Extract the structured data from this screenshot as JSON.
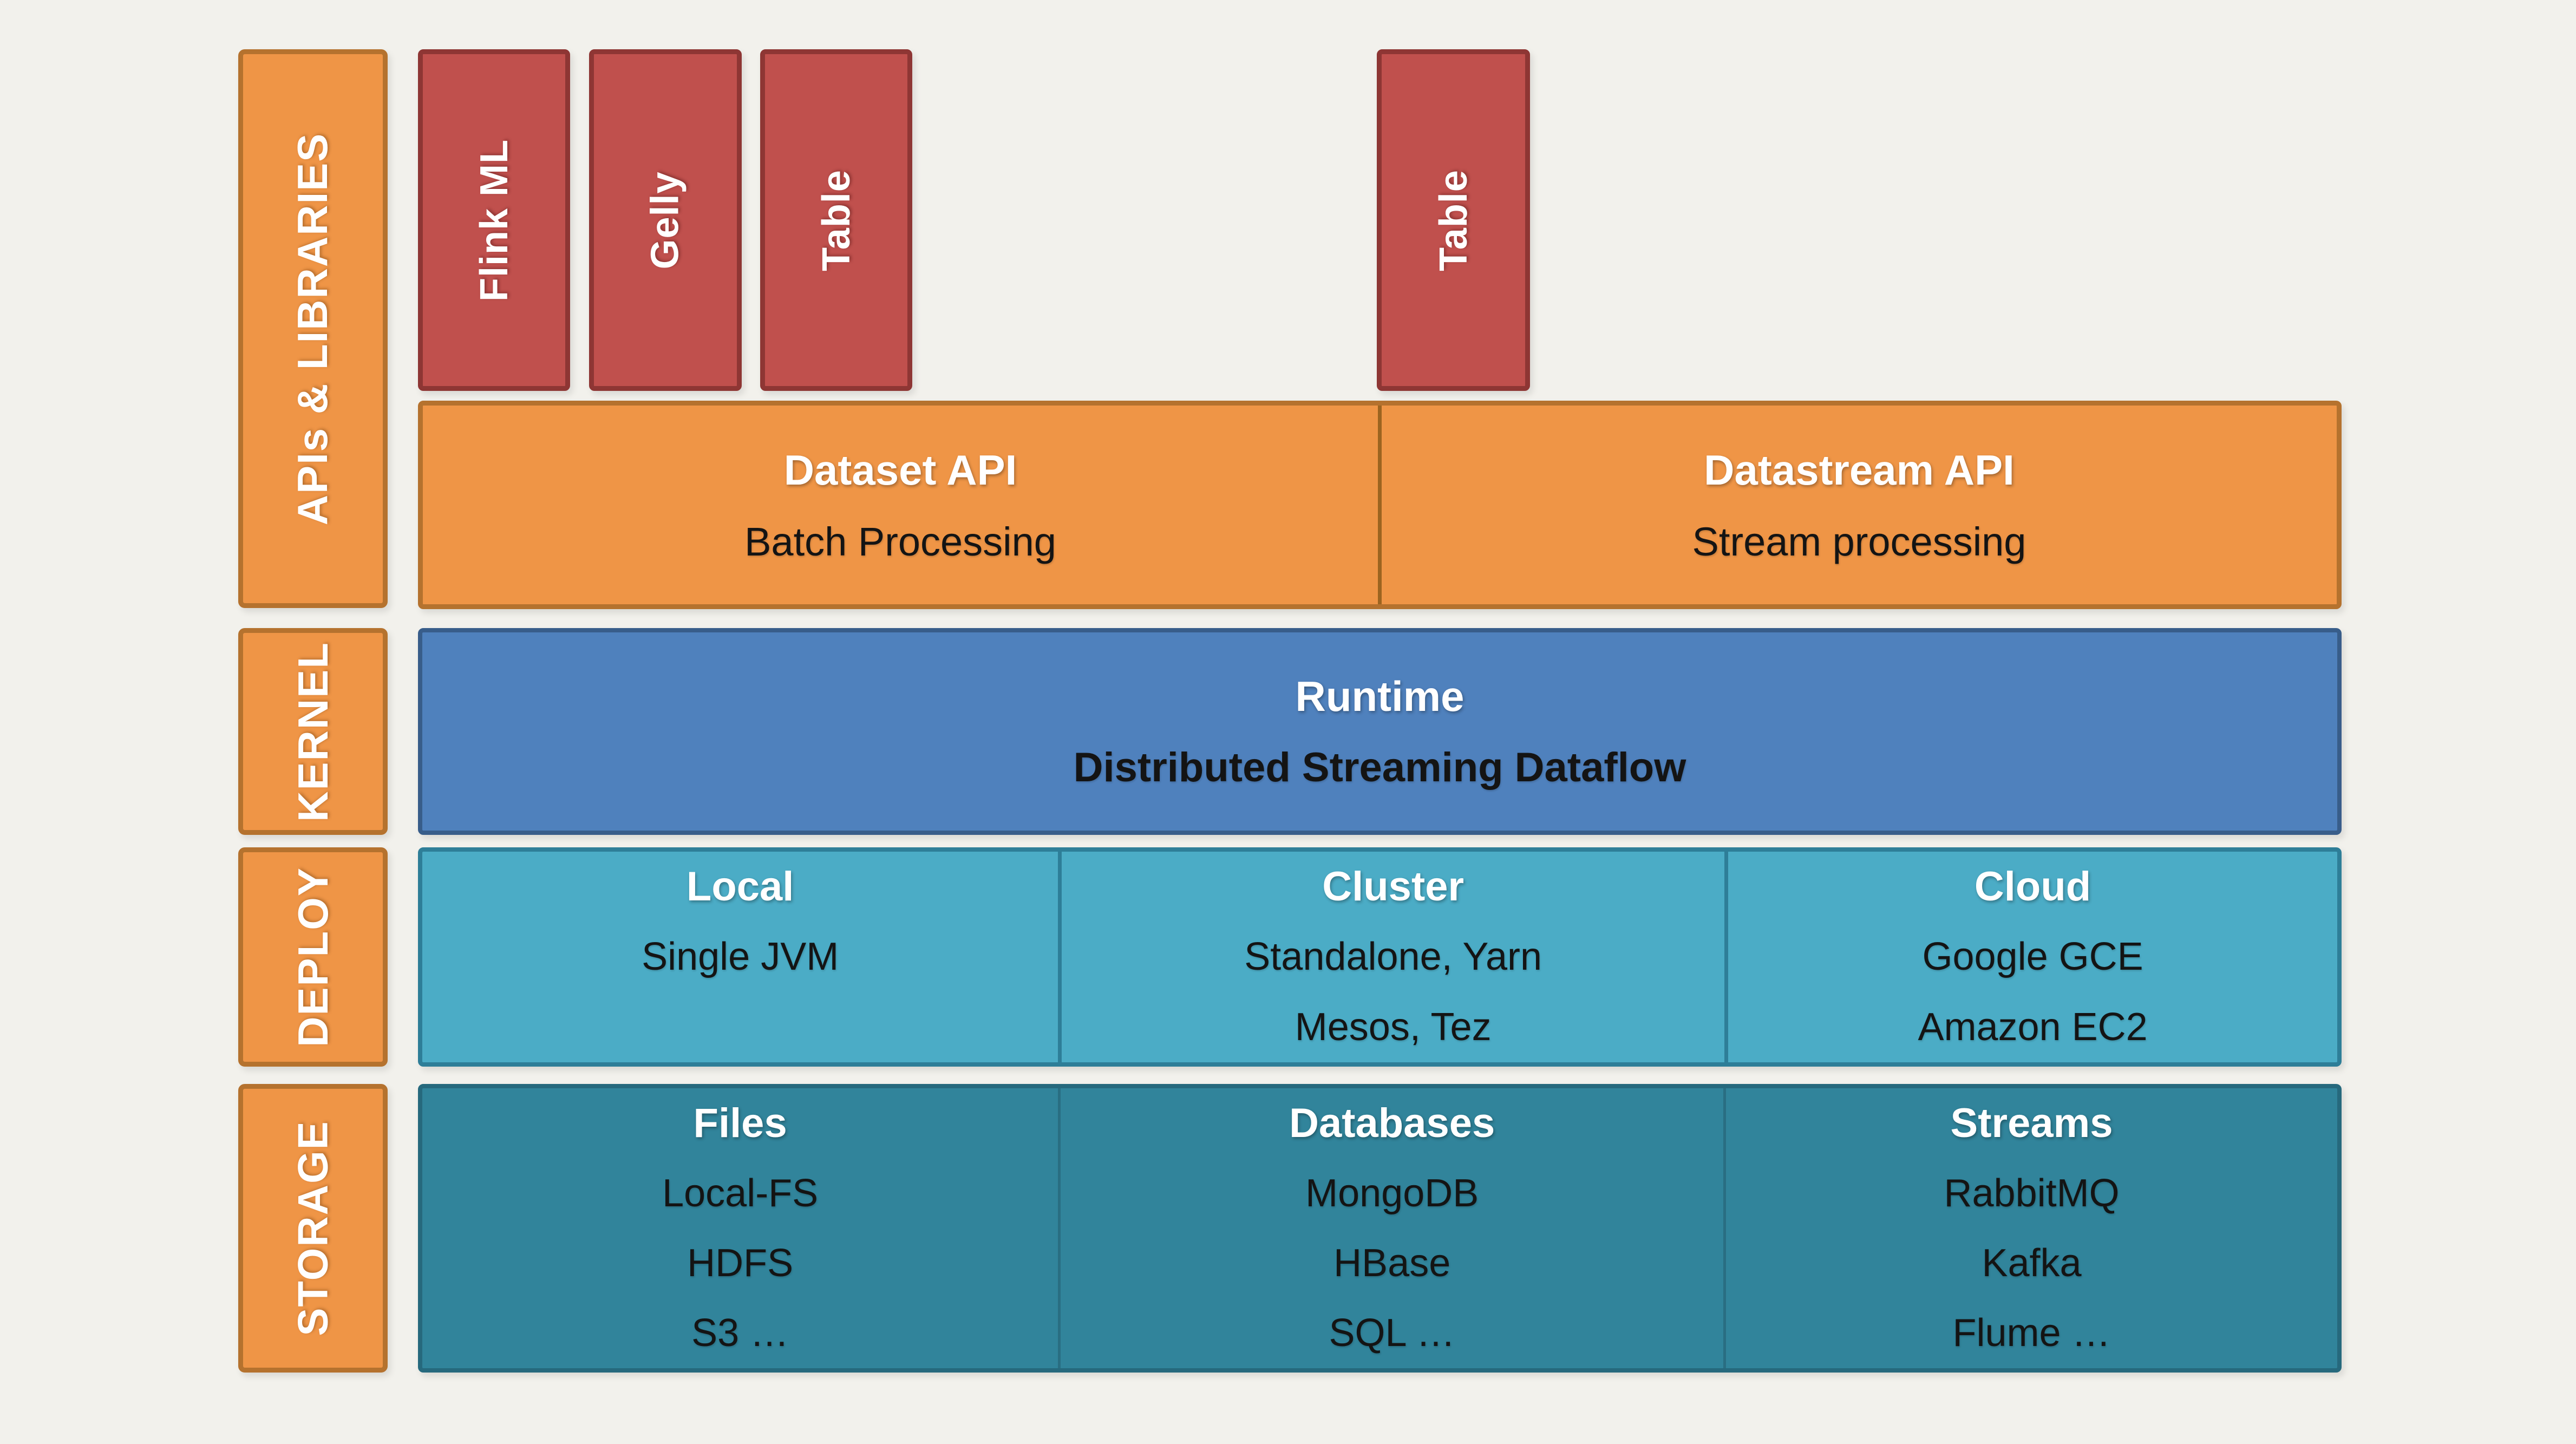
{
  "diagram": {
    "side_labels": [
      {
        "label": "APIs & LIBRARIES"
      },
      {
        "label": "KERNEL"
      },
      {
        "label": "DEPLOY"
      },
      {
        "label": "STORAGE"
      }
    ],
    "library_boxes": [
      {
        "label": "Flink ML"
      },
      {
        "label": "Gelly"
      },
      {
        "label": "Table"
      },
      {
        "label": "Table"
      }
    ],
    "api_row": {
      "left": {
        "title": "Dataset API",
        "subtitle": "Batch Processing"
      },
      "right": {
        "title": "Datastream API",
        "subtitle": "Stream processing"
      }
    },
    "kernel_row": {
      "title": "Runtime",
      "subtitle": "Distributed Streaming Dataflow"
    },
    "deploy_row": [
      {
        "title": "Local",
        "lines": [
          "Single JVM"
        ]
      },
      {
        "title": "Cluster",
        "lines": [
          "Standalone, Yarn",
          "Mesos, Tez"
        ]
      },
      {
        "title": "Cloud",
        "lines": [
          "Google GCE",
          "Amazon EC2"
        ]
      }
    ],
    "storage_row": [
      {
        "title": "Files",
        "lines": [
          "Local-FS",
          "HDFS",
          "S3 …"
        ]
      },
      {
        "title": "Databases",
        "lines": [
          "MongoDB",
          "HBase",
          "SQL …"
        ]
      },
      {
        "title": "Streams",
        "lines": [
          "RabbitMQ",
          "Kafka",
          "Flume …"
        ]
      }
    ],
    "colors": {
      "background": "#F2F1EC",
      "orange_fill": "#EF9546",
      "orange_border": "#B5722E",
      "red_fill": "#C0504D",
      "red_border": "#8E3634",
      "blue_fill": "#4F81BD",
      "blue_border": "#385D8A",
      "teal_fill": "#4BACC6",
      "teal_border": "#2E7E98",
      "dark_teal_fill": "#31849B",
      "dark_teal_border": "#26697D",
      "header_text": "#FFFFFF",
      "body_text": "#141414"
    }
  }
}
